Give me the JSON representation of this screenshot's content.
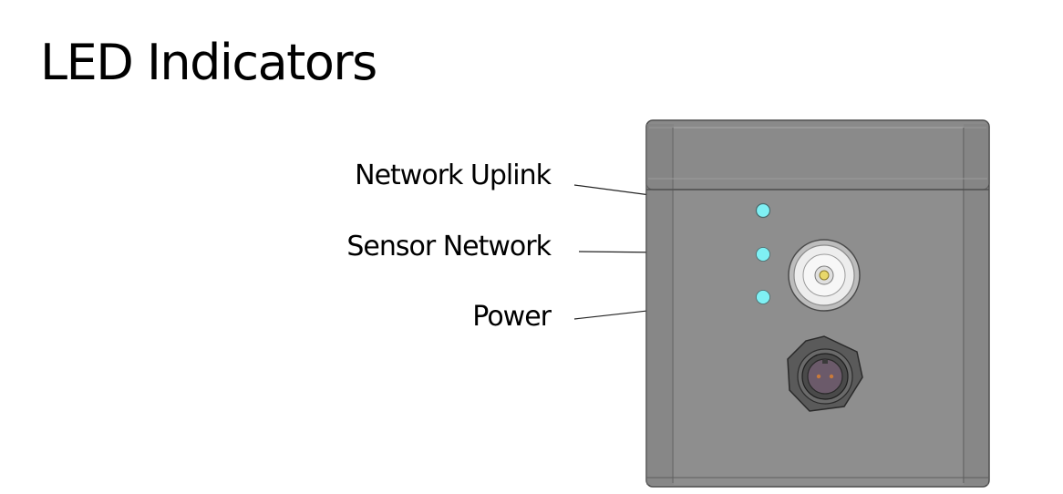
{
  "title": "LED Indicators",
  "leds": [
    {
      "label": "Network Uplink"
    },
    {
      "label": "Sensor Network"
    },
    {
      "label": "Power"
    }
  ],
  "colors": {
    "led": "#7ff0f4",
    "enclosure": "#8c8c8c",
    "enclosure_edge": "#5a5a5a",
    "leader_line": "#222222"
  },
  "icons": [
    "led-indicator-icon",
    "antenna-connector-icon",
    "power-connector-icon"
  ]
}
